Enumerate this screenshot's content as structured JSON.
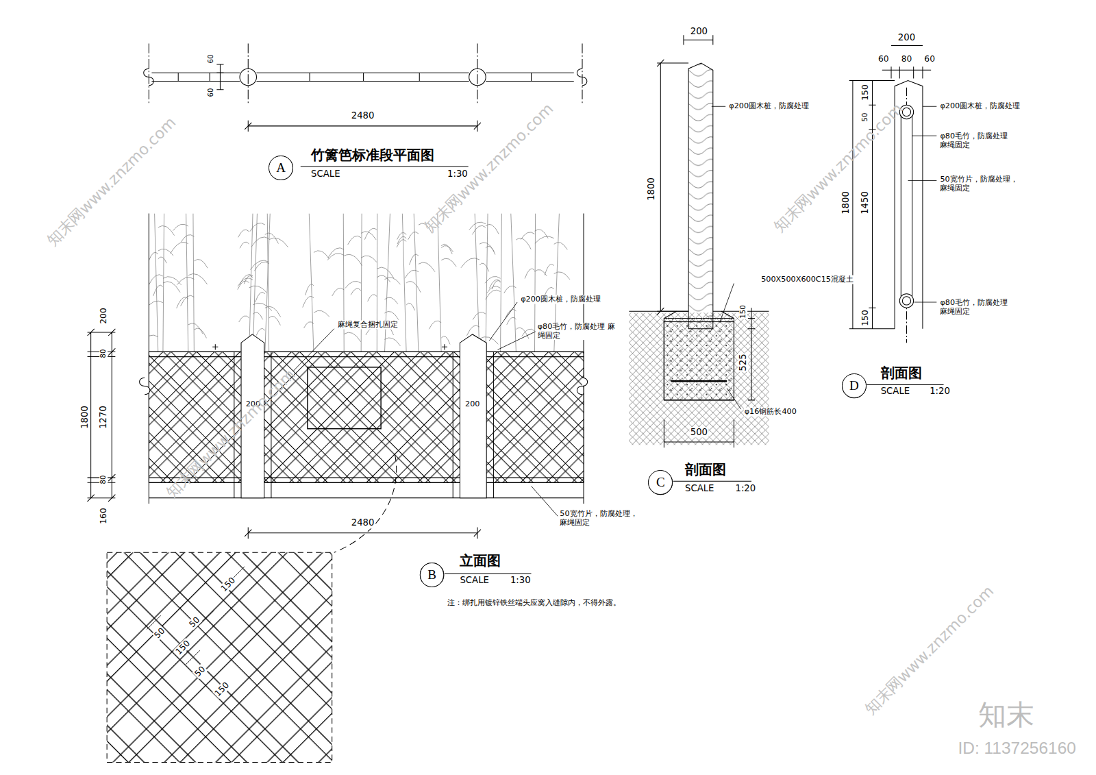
{
  "diagram": {
    "nodes": [
      {
        "text": [
          "A"
        ]
      },
      {
        "text": [
          "B"
        ]
      },
      {
        "text": [
          "C"
        ]
      },
      {
        "text": [
          "D"
        ]
      }
    ],
    "labels": [
      "60",
      "60",
      "2480",
      "竹篱笆标准段平面图",
      "SCALE",
      "1:30",
      "200",
      "80",
      "1800",
      "1270",
      "80",
      "160",
      "200",
      "200",
      "φ200圆木桩，防腐处理",
      "麻绳复合捆扎固定",
      "φ80毛竹，防腐处理 麻绳固定",
      "50宽竹片，防腐处理，麻绳固定",
      "2480",
      "立面图",
      "SCALE",
      "1:30",
      "注：绑扎用镀锌铁丝端头应窝入缝隙内，不得外露。",
      "150",
      "50",
      "150",
      "50",
      "50",
      "150",
      "200",
      "1800",
      "φ200圆木桩，防腐处理",
      "500X500X600C15混凝土",
      "150",
      "525",
      "φ16钢筋长400",
      "500",
      "剖面图",
      "SCALE",
      "1:20",
      "200",
      "60",
      "80",
      "60",
      "150",
      "50",
      "1800",
      "1450",
      "150",
      "φ200圆木桩，防腐处理",
      "φ80毛竹，防腐处理 麻绳固定",
      "50宽竹片，防腐处理，麻绳固定",
      "φ80毛竹，防腐处理 麻绳固定",
      "剖面图",
      "SCALE",
      "1:20",
      "知末网www.znzmo.com",
      "知末网www.znzmo.com",
      "知末网www.znzmo.com",
      "知末网www.znzmo.com",
      "知末网www.znzmo.com",
      "知末",
      "ID: 1137256160"
    ]
  }
}
